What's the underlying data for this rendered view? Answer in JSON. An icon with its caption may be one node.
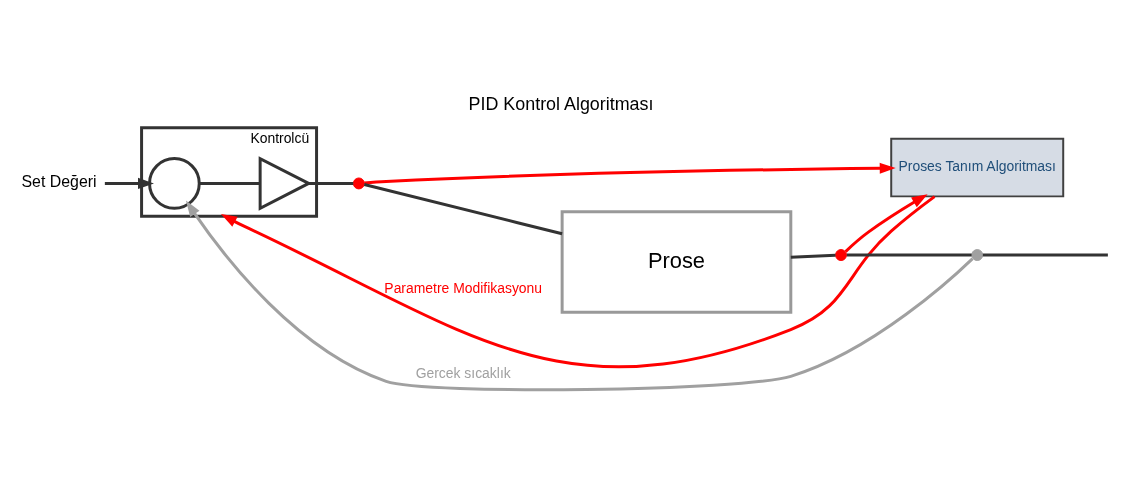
{
  "diagram": {
    "title": "PID Kontrol Algoritması",
    "nodes": [
      {
        "text": [
          "Proses Tanım Algoritması"
        ]
      },
      {
        "text": [
          "Kontrolcü"
        ]
      },
      {
        "text": [],
        "shape": "circle",
        "in": 1
      },
      {
        "text": [],
        "shape": "triangle",
        "in": 1
      },
      {
        "text": [
          "Prose"
        ]
      },
      {
        "text": [
          "Set Değeri"
        ]
      },
      {
        "text": [],
        "shape": "circle"
      },
      {
        "text": [],
        "shape": "circle"
      },
      {
        "text": [],
        "shape": "circle"
      }
    ],
    "edges": [
      {
        "from": 5,
        "to": 2,
        "arrow": "to"
      },
      {
        "from": 2,
        "to": 3,
        "arrow": "none"
      },
      {
        "from": 3,
        "to": 6,
        "arrow": "none"
      },
      {
        "from": 6,
        "to": 4,
        "arrow": "none"
      },
      {
        "from": 4,
        "to": 7,
        "arrow": "none"
      },
      {
        "from": 7,
        "to": 8,
        "arrow": "none"
      },
      {
        "from": 8,
        "to": null,
        "arrow": "none"
      },
      {
        "from": 8,
        "to": 2,
        "arrow": "to",
        "label": "Gercek sıcaklık",
        "color": "#a0a0a0"
      },
      {
        "from": 6,
        "to": 0,
        "arrow": "to",
        "color": "#ff0000"
      },
      {
        "from": 7,
        "to": 0,
        "arrow": "to",
        "color": "#ff0000"
      },
      {
        "from": 0,
        "to": 1,
        "arrow": "to",
        "label": "Parametre Modifikasyonu",
        "color": "#ff0000"
      }
    ]
  }
}
